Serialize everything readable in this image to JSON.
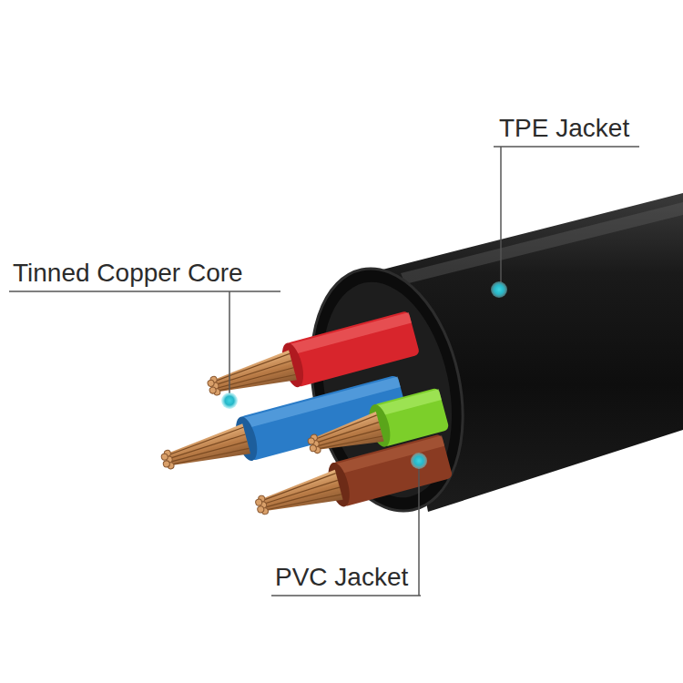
{
  "diagram": {
    "labels": [
      "TPE Jacket",
      "Tinned Copper Core",
      "PVC Jacket"
    ]
  }
}
